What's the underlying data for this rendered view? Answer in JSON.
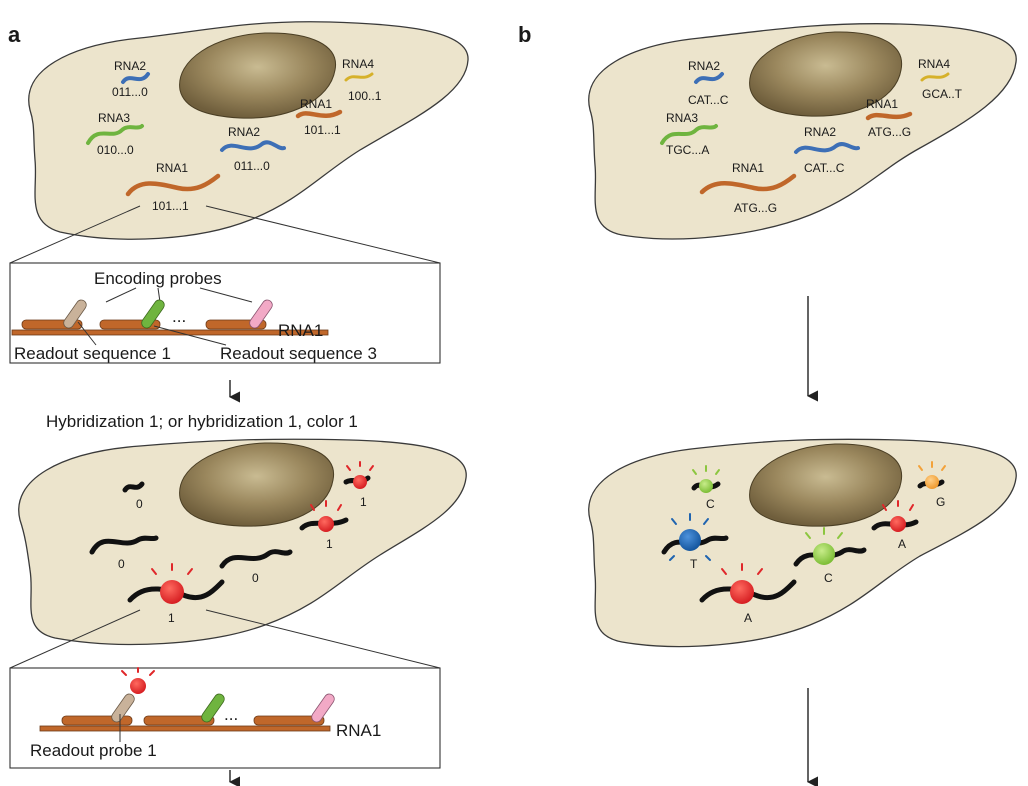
{
  "panels": {
    "a": {
      "letter": "a",
      "top_cell": {
        "rna_labels": [
          {
            "name": "RNA2",
            "code": "011...0"
          },
          {
            "name": "RNA4",
            "code": "100..1"
          },
          {
            "name": "RNA1",
            "code": "101...1"
          },
          {
            "name": "RNA3",
            "code": "010...0"
          },
          {
            "name": "RNA2",
            "code": "011...0"
          },
          {
            "name": "RNA1",
            "code": "101...1"
          }
        ]
      },
      "probe_box": {
        "encoding_probes": "Encoding probes",
        "ellipsis": "...",
        "rna_name": "RNA1",
        "readout_seq_1": "Readout sequence 1",
        "readout_seq_3": "Readout sequence 3"
      },
      "step_label": "Hybridization 1; or hybridization 1, color 1",
      "bottom_cell": {
        "bits": [
          "0",
          "1",
          "1",
          "0",
          "0",
          "1"
        ]
      },
      "readout_box": {
        "ellipsis": "...",
        "rna_name": "RNA1",
        "readout_probe": "Readout probe 1"
      }
    },
    "b": {
      "letter": "b",
      "top_cell": {
        "rna_labels": [
          {
            "name": "RNA2",
            "code": "CAT...C"
          },
          {
            "name": "RNA4",
            "code": "GCA..T"
          },
          {
            "name": "RNA1",
            "code": "ATG...G"
          },
          {
            "name": "RNA3",
            "code": "TGC...A"
          },
          {
            "name": "RNA2",
            "code": "CAT...C"
          },
          {
            "name": "RNA1",
            "code": "ATG...G"
          }
        ]
      },
      "bottom_cell": {
        "bases": [
          "C",
          "G",
          "A",
          "T",
          "C",
          "A"
        ]
      }
    }
  },
  "colors": {
    "cell_fill": "#ece4cc",
    "nucleus": "#8c7a55",
    "rna_blue": "#3d6fb6",
    "rna_green": "#6fb43f",
    "rna_orange": "#c0672a",
    "rna_yellow": "#d6b12a",
    "fluor_red": "#e0272a",
    "fluor_green": "#8cc63f",
    "fluor_blue": "#1f64b0",
    "fluor_orange": "#f3a23a",
    "probe_tan": "#c9b29a",
    "probe_pink": "#f2a9c6"
  }
}
